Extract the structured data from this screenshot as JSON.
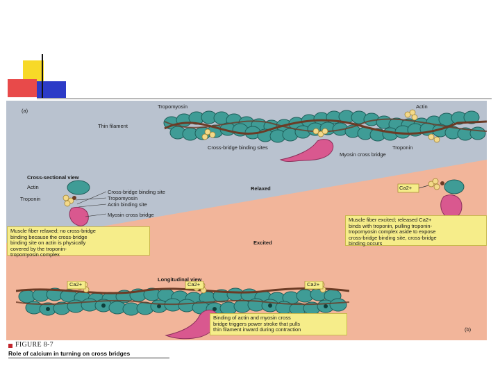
{
  "slide": {
    "accent_colors": {
      "yellow": "#f7d928",
      "red": "#e84a4a",
      "blue": "#2c3bc7",
      "rule_gray": "#b8b8b8"
    }
  },
  "figure": {
    "part_a_tag": "(a)",
    "part_b_tag": "(b)",
    "labels": {
      "tropomyosin_top": "Tropomyosin",
      "actin_top": "Actin",
      "thin_filament": "Thin filament",
      "cross_bridge_sites_top": "Cross-bridge binding sites",
      "troponin_top": "Troponin",
      "myosin_bridge_top": "Myosin cross bridge",
      "cross_sectional_view": "Cross-sectional view",
      "cs_actin": "Actin",
      "cs_troponin": "Troponin",
      "cs_cross_bridge_site": "Cross-bridge binding site",
      "cs_tropomyosin": "Tropomyosin",
      "cs_actin_binding_site": "Actin binding site",
      "cs_myosin_bridge": "Myosin cross bridge",
      "relaxed": "Relaxed",
      "excited": "Excited",
      "longitudinal_view": "Longitudinal view",
      "ca_ion": "Ca2+"
    },
    "callouts": {
      "relaxed_note": "Muscle fiber relaxed; no cross-bridge\nbinding because the cross-bridge\nbinding site on actin is physically\ncovered by the troponin-\ntropomyosin complex",
      "excited_note": "Muscle fiber excited; released Ca2+\nbinds with troponin, pulling troponin-\ntropomyosin complex aside to expose\ncross-bridge binding site, cross-bridge\nbinding occurs",
      "power_stroke_note": "Binding of actin and myosin cross\nbridge triggers power stroke that pulls\nthin filament inward during contraction"
    },
    "colors": {
      "relaxed_bg": "#b9c2cf",
      "excited_bg": "#f2b59a",
      "actin": "#3f9c96",
      "actin_dark": "#1f5e5a",
      "troponin": "#f3d98a",
      "tropomyosin": "#6b3b25",
      "myosin": "#d9588f",
      "callout_bg": "#f6ed8a"
    }
  },
  "caption": {
    "title": "FIGURE 8-7",
    "subtitle": "Role of calcium in turning on cross bridges"
  }
}
